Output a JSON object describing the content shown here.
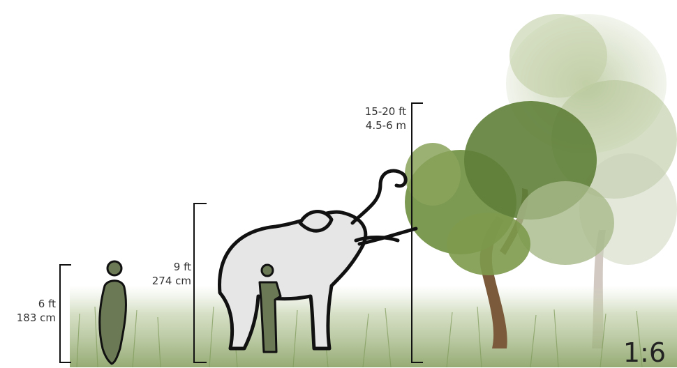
{
  "measurements": {
    "person": {
      "imperial": "6 ft",
      "metric": "183 cm"
    },
    "elephant": {
      "imperial": "9 ft",
      "metric": "274 cm"
    },
    "tree": {
      "imperial": "15-20 ft",
      "metric": "4.5-6 m"
    }
  },
  "scale": "1:6",
  "colors": {
    "grass": "#9bb07a",
    "person": "#6b7a55",
    "elephant_fill": "#e6e6e6",
    "outline": "#111111",
    "tree_foliage_dark": "#5f7f38",
    "tree_foliage_light": "#a8b98a",
    "trunk": "#7a5a3a"
  }
}
